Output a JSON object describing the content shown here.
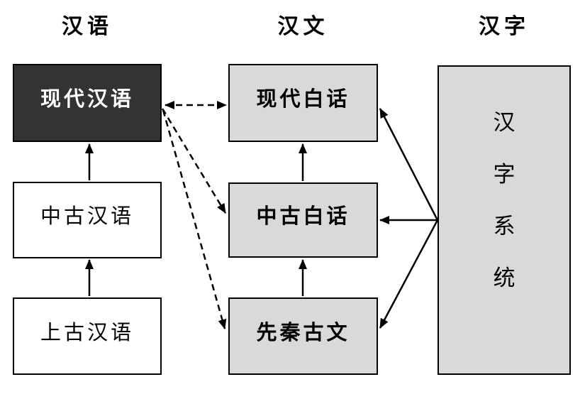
{
  "diagram": {
    "background": "#ffffff",
    "line_color": "#000000",
    "columns": [
      {
        "id": "hanyu",
        "header": "汉语"
      },
      {
        "id": "hanwen",
        "header": "汉文"
      },
      {
        "id": "hanzi",
        "header": "汉字"
      }
    ],
    "nodes": [
      {
        "id": "modern-chinese",
        "label": "现代汉语",
        "fill": "#333333",
        "text_color": "#ffffff"
      },
      {
        "id": "middle-chinese",
        "label": "中古汉语",
        "fill": "#ffffff",
        "text_color": "#000000"
      },
      {
        "id": "old-chinese",
        "label": "上古汉语",
        "fill": "#ffffff",
        "text_color": "#000000"
      },
      {
        "id": "modern-vernacular",
        "label": "现代白话",
        "fill": "#d9d9d9",
        "text_color": "#000000"
      },
      {
        "id": "middle-vernacular",
        "label": "中古白话",
        "fill": "#d9d9d9",
        "text_color": "#000000"
      },
      {
        "id": "pre-qin-classical",
        "label": "先秦古文",
        "fill": "#d9d9d9",
        "text_color": "#000000"
      },
      {
        "id": "hanzi-system",
        "label": "汉字系统",
        "chars": [
          "汉",
          "字",
          "系",
          "统"
        ],
        "fill": "#d9d9d9",
        "text_color": "#000000"
      }
    ],
    "edges": [
      {
        "from": "old-chinese",
        "to": "middle-chinese",
        "style": "solid",
        "direction": "one-way"
      },
      {
        "from": "middle-chinese",
        "to": "modern-chinese",
        "style": "solid",
        "direction": "one-way"
      },
      {
        "from": "pre-qin-classical",
        "to": "middle-vernacular",
        "style": "solid",
        "direction": "one-way"
      },
      {
        "from": "middle-vernacular",
        "to": "modern-vernacular",
        "style": "solid",
        "direction": "one-way"
      },
      {
        "from": "modern-chinese",
        "to": "modern-vernacular",
        "style": "dashed",
        "direction": "two-way"
      },
      {
        "from": "modern-chinese",
        "to": "middle-vernacular",
        "style": "dashed",
        "direction": "one-way"
      },
      {
        "from": "modern-chinese",
        "to": "pre-qin-classical",
        "style": "dashed",
        "direction": "one-way"
      },
      {
        "from": "hanzi-system",
        "to": "modern-vernacular",
        "style": "solid",
        "direction": "one-way"
      },
      {
        "from": "hanzi-system",
        "to": "middle-vernacular",
        "style": "solid",
        "direction": "one-way"
      },
      {
        "from": "hanzi-system",
        "to": "pre-qin-classical",
        "style": "solid",
        "direction": "one-way"
      }
    ]
  }
}
